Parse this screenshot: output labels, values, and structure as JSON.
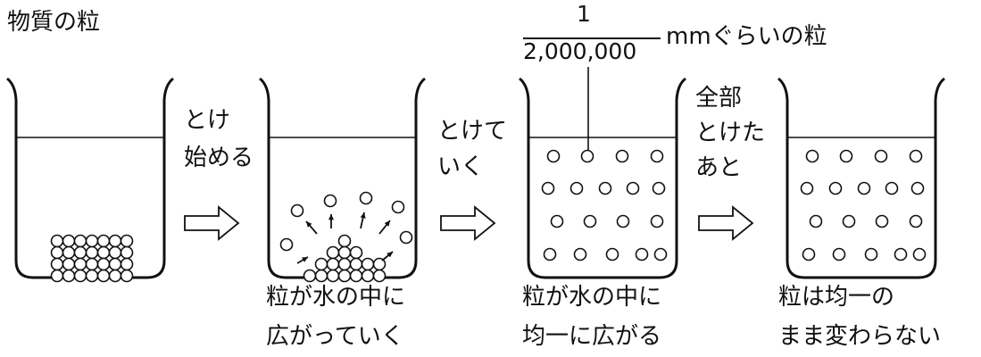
{
  "title": "物質の粒",
  "scale": {
    "numerator": "1",
    "denominator": "2,000,000",
    "unit_text": "mmぐらいの粒"
  },
  "arrows": [
    {
      "lines": [
        "とけ",
        "始める"
      ]
    },
    {
      "lines": [
        "とけて",
        "いく"
      ]
    },
    {
      "lines": [
        "全部",
        "とけた",
        "あと"
      ]
    }
  ],
  "captions": [
    {
      "lines": [
        "粒が水の中に",
        "広がっていく"
      ]
    },
    {
      "lines": [
        "粒が水の中に",
        "均一に広がる"
      ]
    },
    {
      "lines": [
        "粒は均一の",
        "まま変わらない"
      ]
    }
  ],
  "colors": {
    "ink": "#111111",
    "background": "#ffffff"
  }
}
